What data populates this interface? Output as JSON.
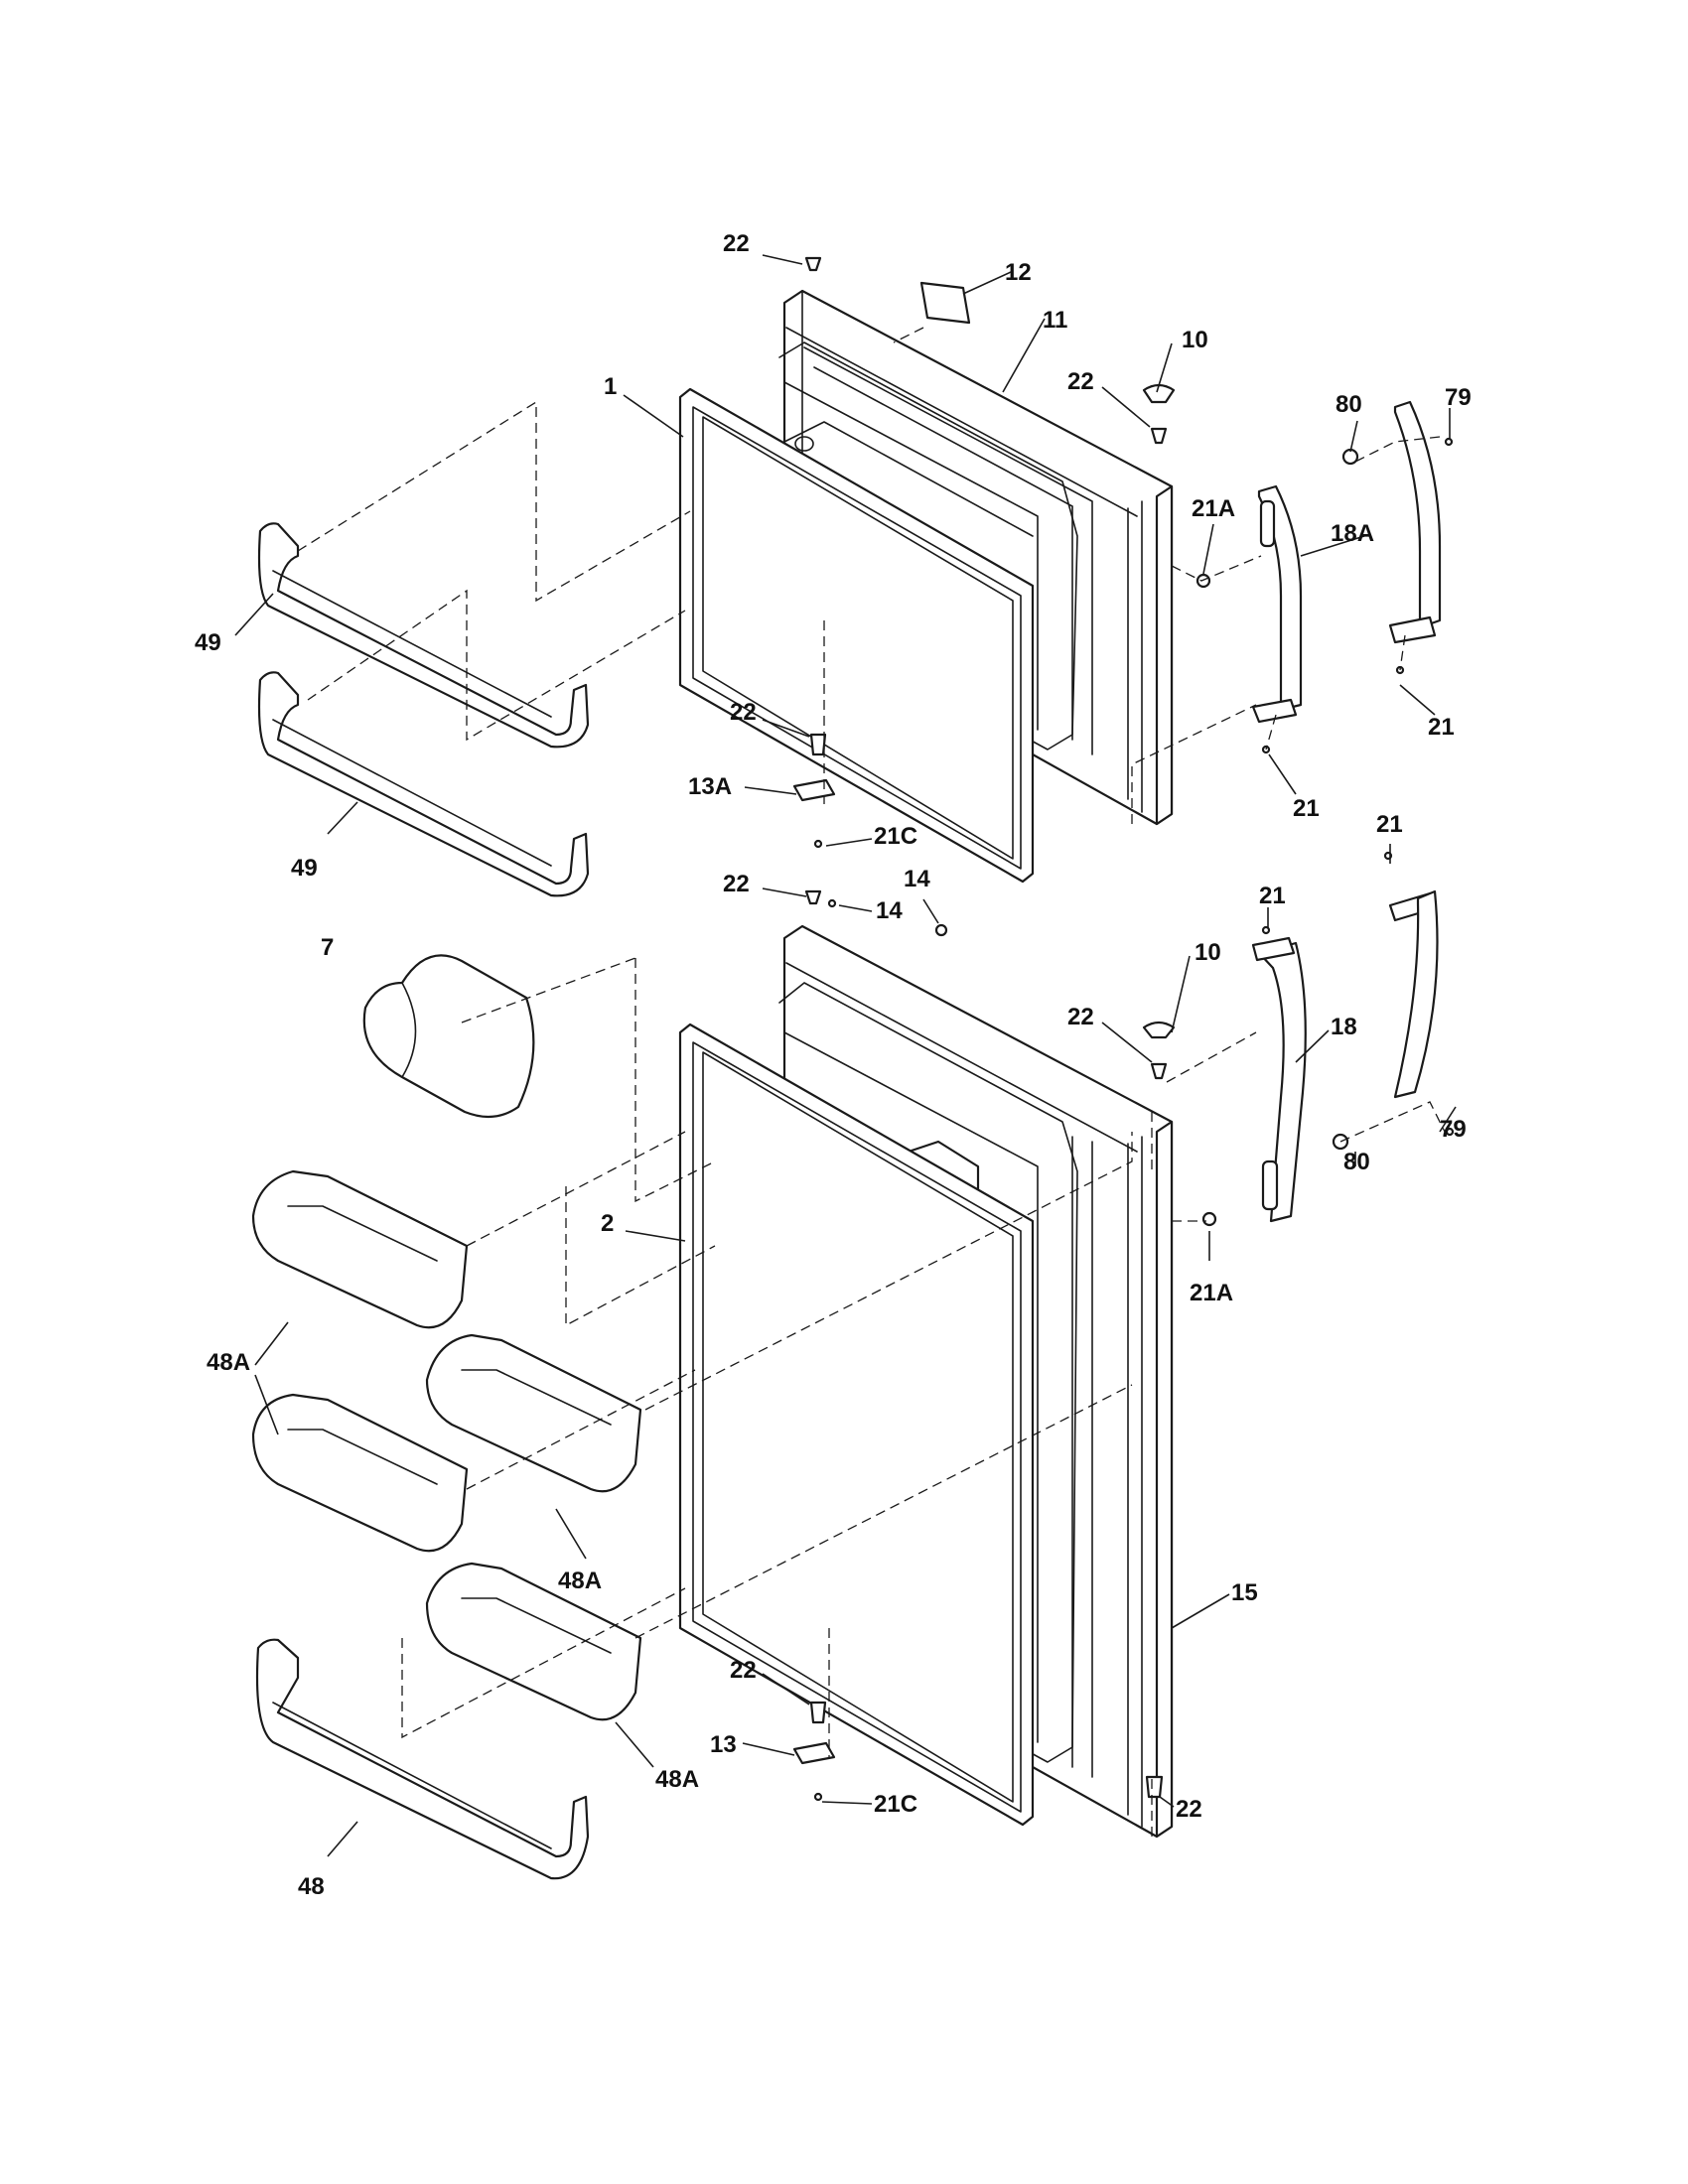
{
  "diagram": {
    "callouts": [
      {
        "id": "c22a",
        "label": "22"
      },
      {
        "id": "c12",
        "label": "12"
      },
      {
        "id": "c11",
        "label": "11"
      },
      {
        "id": "c10a",
        "label": "10"
      },
      {
        "id": "c22b",
        "label": "22"
      },
      {
        "id": "c80a",
        "label": "80"
      },
      {
        "id": "c79a",
        "label": "79"
      },
      {
        "id": "c1",
        "label": "1"
      },
      {
        "id": "c21Aa",
        "label": "21A"
      },
      {
        "id": "c18A",
        "label": "18A"
      },
      {
        "id": "c49a",
        "label": "49"
      },
      {
        "id": "c22c",
        "label": "22"
      },
      {
        "id": "c21a",
        "label": "21"
      },
      {
        "id": "c13A",
        "label": "13A"
      },
      {
        "id": "c21b",
        "label": "21"
      },
      {
        "id": "c49b",
        "label": "49"
      },
      {
        "id": "c21Ca",
        "label": "21C"
      },
      {
        "id": "c21c",
        "label": "21"
      },
      {
        "id": "c22d",
        "label": "22"
      },
      {
        "id": "c14a",
        "label": "14"
      },
      {
        "id": "c14b",
        "label": "14"
      },
      {
        "id": "c21d",
        "label": "21"
      },
      {
        "id": "c7",
        "label": "7"
      },
      {
        "id": "c10b",
        "label": "10"
      },
      {
        "id": "c22e",
        "label": "22"
      },
      {
        "id": "c18",
        "label": "18"
      },
      {
        "id": "c79b",
        "label": "79"
      },
      {
        "id": "c80b",
        "label": "80"
      },
      {
        "id": "c2",
        "label": "2"
      },
      {
        "id": "c21Ab",
        "label": "21A"
      },
      {
        "id": "c48Aa",
        "label": "48A"
      },
      {
        "id": "c48Ab",
        "label": "48A"
      },
      {
        "id": "c15",
        "label": "15"
      },
      {
        "id": "c22f",
        "label": "22"
      },
      {
        "id": "c13",
        "label": "13"
      },
      {
        "id": "c48Ac",
        "label": "48A"
      },
      {
        "id": "c21Cb",
        "label": "21C"
      },
      {
        "id": "c22g",
        "label": "22"
      },
      {
        "id": "c48",
        "label": "48"
      }
    ]
  }
}
